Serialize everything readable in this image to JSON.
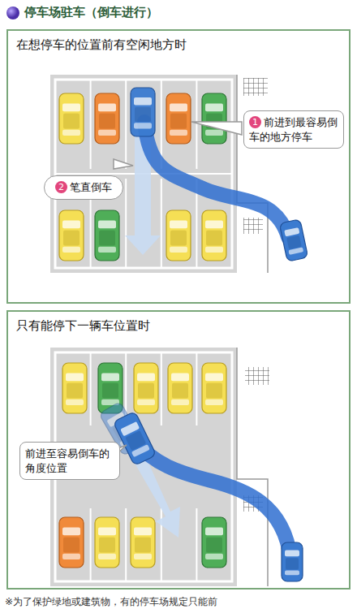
{
  "diagram": {
    "title": "停车场驻车（倒车进行）",
    "caption": "※为了保护绿地或建筑物，有的停车场规定只能前",
    "nodes": [
      {
        "text": [
          "在想停车的位置前有空闲地方时"
        ]
      },
      {
        "text": [
          "1",
          "前进到最容易倒车的地方停车"
        ],
        "in": 0
      },
      {
        "text": [
          "2",
          "笔直倒车"
        ],
        "in": 0
      },
      {
        "text": [
          "只有能停下一辆车位置时"
        ]
      },
      {
        "text": [
          "前进至容易倒车的角度位置"
        ],
        "in": 3
      }
    ]
  }
}
